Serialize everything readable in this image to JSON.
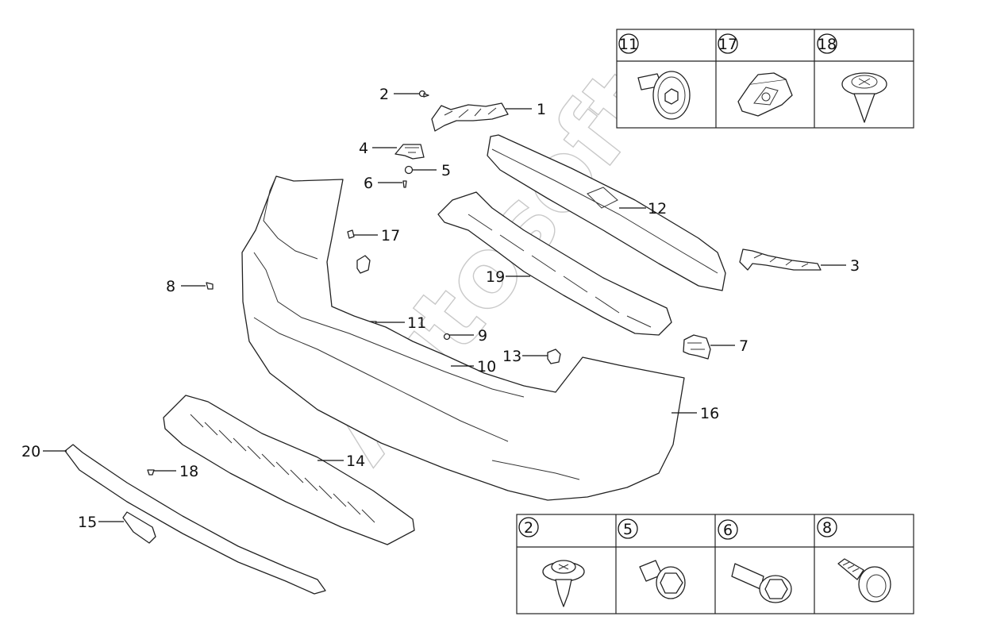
{
  "watermark": {
    "text": "Autosoft"
  },
  "callouts": [
    {
      "id": "c1",
      "label": "1"
    },
    {
      "id": "c2",
      "label": "2"
    },
    {
      "id": "c3",
      "label": "3"
    },
    {
      "id": "c4",
      "label": "4"
    },
    {
      "id": "c5",
      "label": "5"
    },
    {
      "id": "c6",
      "label": "6"
    },
    {
      "id": "c7",
      "label": "7"
    },
    {
      "id": "c8",
      "label": "8"
    },
    {
      "id": "c9",
      "label": "9"
    },
    {
      "id": "c10",
      "label": "10"
    },
    {
      "id": "c11",
      "label": "11"
    },
    {
      "id": "c12",
      "label": "12"
    },
    {
      "id": "c13",
      "label": "13"
    },
    {
      "id": "c14",
      "label": "14"
    },
    {
      "id": "c15",
      "label": "15"
    },
    {
      "id": "c16",
      "label": "16"
    },
    {
      "id": "c17",
      "label": "17"
    },
    {
      "id": "c18",
      "label": "18"
    },
    {
      "id": "c19",
      "label": "19"
    },
    {
      "id": "c20",
      "label": "20"
    }
  ],
  "fastener_table_top": {
    "cells": [
      {
        "label": "11",
        "icon": "flange-nut-icon"
      },
      {
        "label": "17",
        "icon": "spring-clip-icon"
      },
      {
        "label": "18",
        "icon": "push-rivet-icon"
      }
    ]
  },
  "fastener_table_bottom": {
    "cells": [
      {
        "label": "2",
        "icon": "washer-screw-icon"
      },
      {
        "label": "5",
        "icon": "hex-bolt-icon"
      },
      {
        "label": "6",
        "icon": "hex-bolt-long-icon"
      },
      {
        "label": "8",
        "icon": "plastic-fastener-icon"
      }
    ]
  }
}
